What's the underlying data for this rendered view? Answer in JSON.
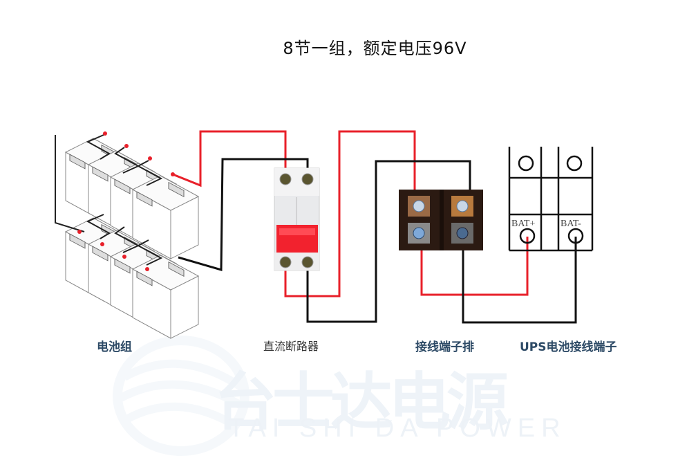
{
  "title": "8节一组，额定电压96V",
  "labels": {
    "battery_pack": "电池组",
    "dc_breaker": "直流断路器",
    "terminal_block": "接线端子排",
    "ups_terminal": "UPS电池接线端子"
  },
  "ups_terminal": {
    "positive": "BAT+",
    "negative": "BAT-"
  },
  "watermark": {
    "cn": "台士达电源",
    "en": "TAI SHI DA POWER"
  },
  "colors": {
    "positive_wire": "#e8202a",
    "negative_wire": "#111111",
    "breaker_handle": "#f2222e",
    "label_text": "#2d4a66"
  },
  "battery_count": 8
}
